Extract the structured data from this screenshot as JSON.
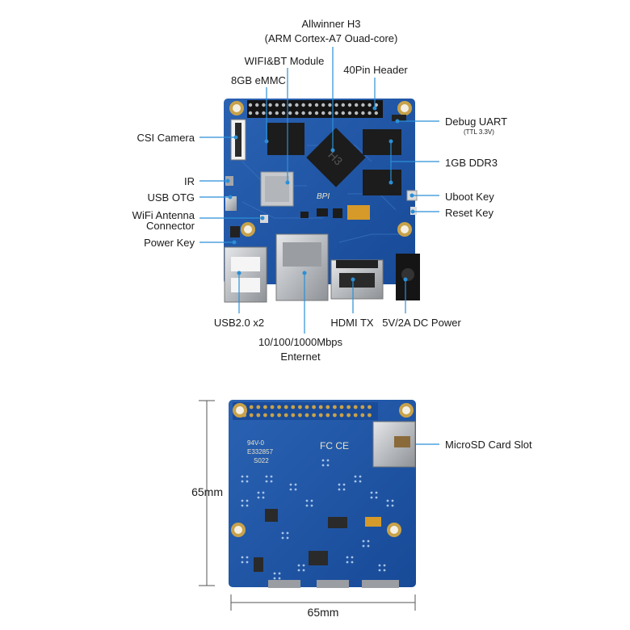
{
  "top_view": {
    "labels": {
      "soc_line1": "Allwinner H3",
      "soc_line2": "(ARM Cortex-A7 Ouad-core)",
      "wifi_bt": "WIFI&BT Module",
      "emmc": "8GB eMMC",
      "header": "40Pin Header",
      "debug_uart": "Debug UART",
      "debug_uart_note": "(TTL 3.3V)",
      "csi_camera": "CSI Camera",
      "ddr": "1GB DDR3",
      "ir": "IR",
      "usb_otg": "USB OTG",
      "uboot_key": "Uboot Key",
      "wifi_antenna_line1": "WiFi Antenna",
      "wifi_antenna_line2": "Connector",
      "reset_key": "Reset Key",
      "power_key": "Power Key",
      "usb20": "USB2.0 x2",
      "hdmi": "HDMI TX",
      "dc_power": "5V/2A DC Power",
      "ethernet_line1": "10/100/1000Mbps",
      "ethernet_line2": "Enternet"
    },
    "chip_marking": "H3",
    "board_logo": "BPI"
  },
  "bottom_view": {
    "labels": {
      "microsd": "MicroSD Card Slot",
      "height_dim": "65mm",
      "width_dim": "65mm"
    },
    "silkscreen": {
      "line1": "94V-0",
      "line2": "E332857",
      "line3": "S022"
    },
    "certification_marks": "FC CE"
  },
  "colors": {
    "pcb": "#1f56a6",
    "pcb_dark": "#123f86",
    "callout": "#2b8fd6",
    "gold": "#c8a24a",
    "chip": "#1c1c1c",
    "metal": "#c7c9cc"
  }
}
